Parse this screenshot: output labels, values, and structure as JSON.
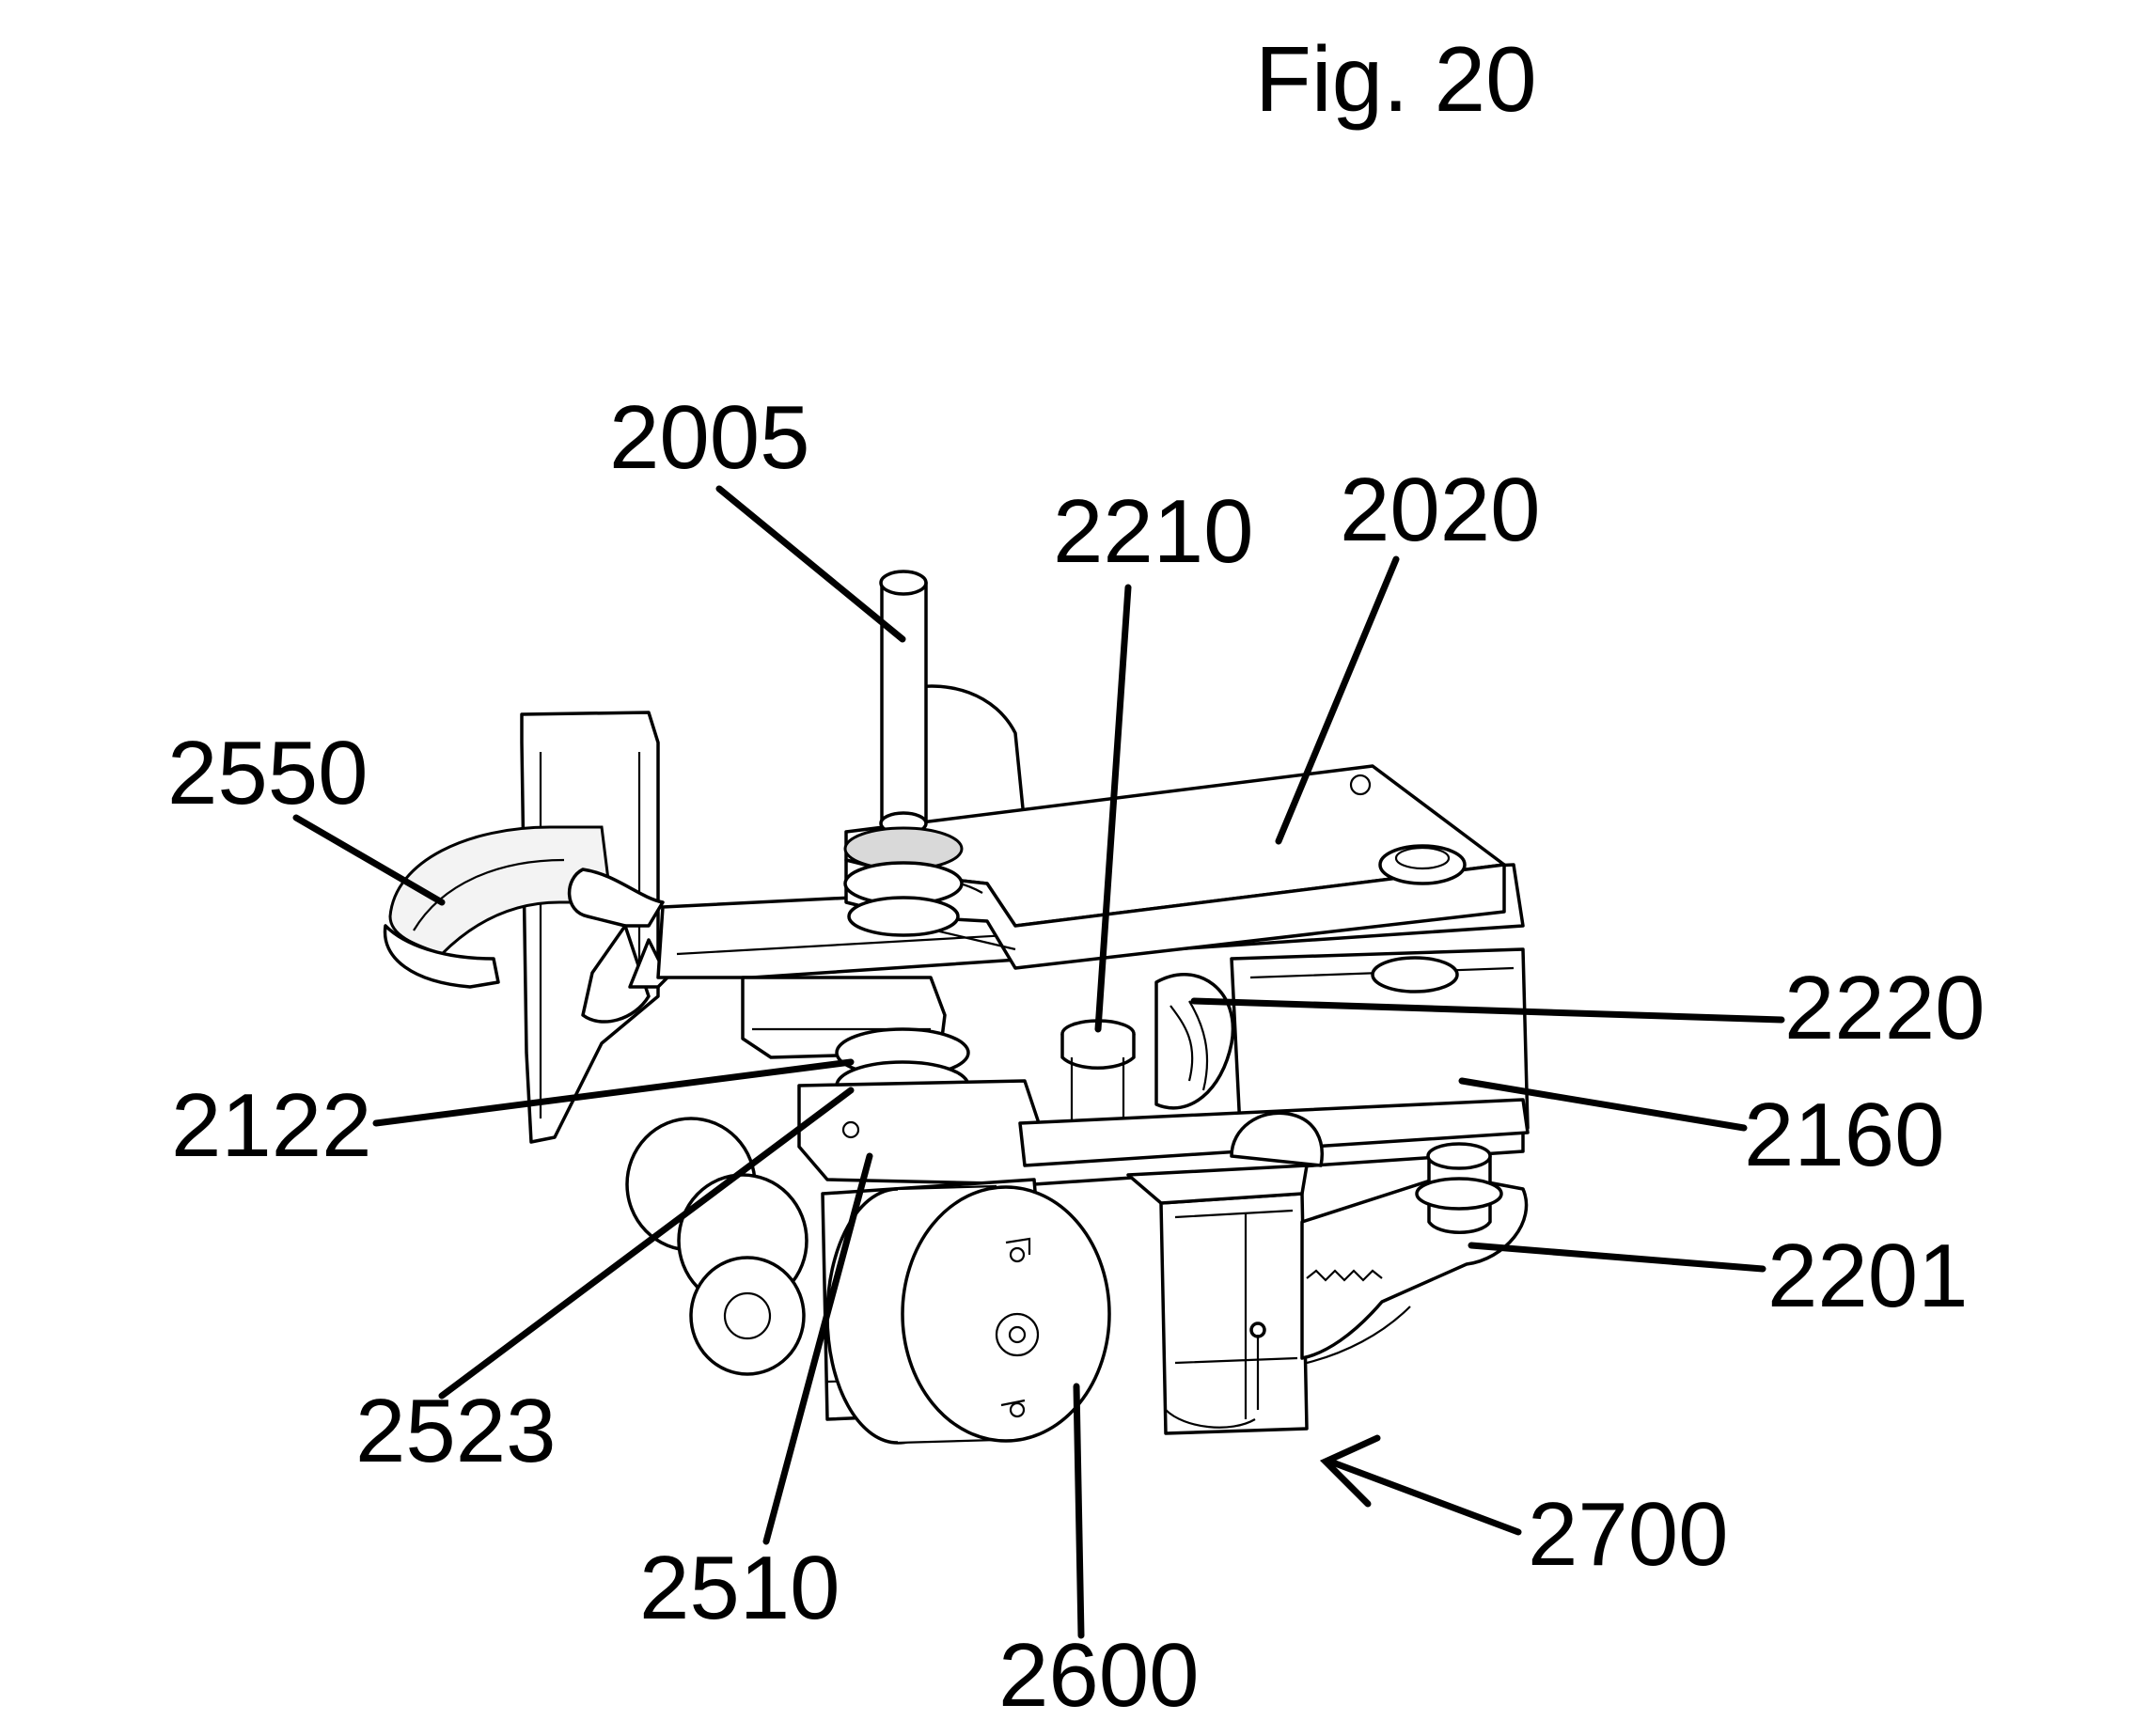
{
  "figure": {
    "title": "Fig. 20",
    "callouts": [
      {
        "id": "2005",
        "text": "2005"
      },
      {
        "id": "2020",
        "text": "2020"
      },
      {
        "id": "2210",
        "text": "2210"
      },
      {
        "id": "2550",
        "text": "2550"
      },
      {
        "id": "2220",
        "text": "2220"
      },
      {
        "id": "2122",
        "text": "2122"
      },
      {
        "id": "2160",
        "text": "2160"
      },
      {
        "id": "2201",
        "text": "2201"
      },
      {
        "id": "2523",
        "text": "2523"
      },
      {
        "id": "2700",
        "text": "2700"
      },
      {
        "id": "2510",
        "text": "2510"
      },
      {
        "id": "2600",
        "text": "2600"
      }
    ]
  }
}
